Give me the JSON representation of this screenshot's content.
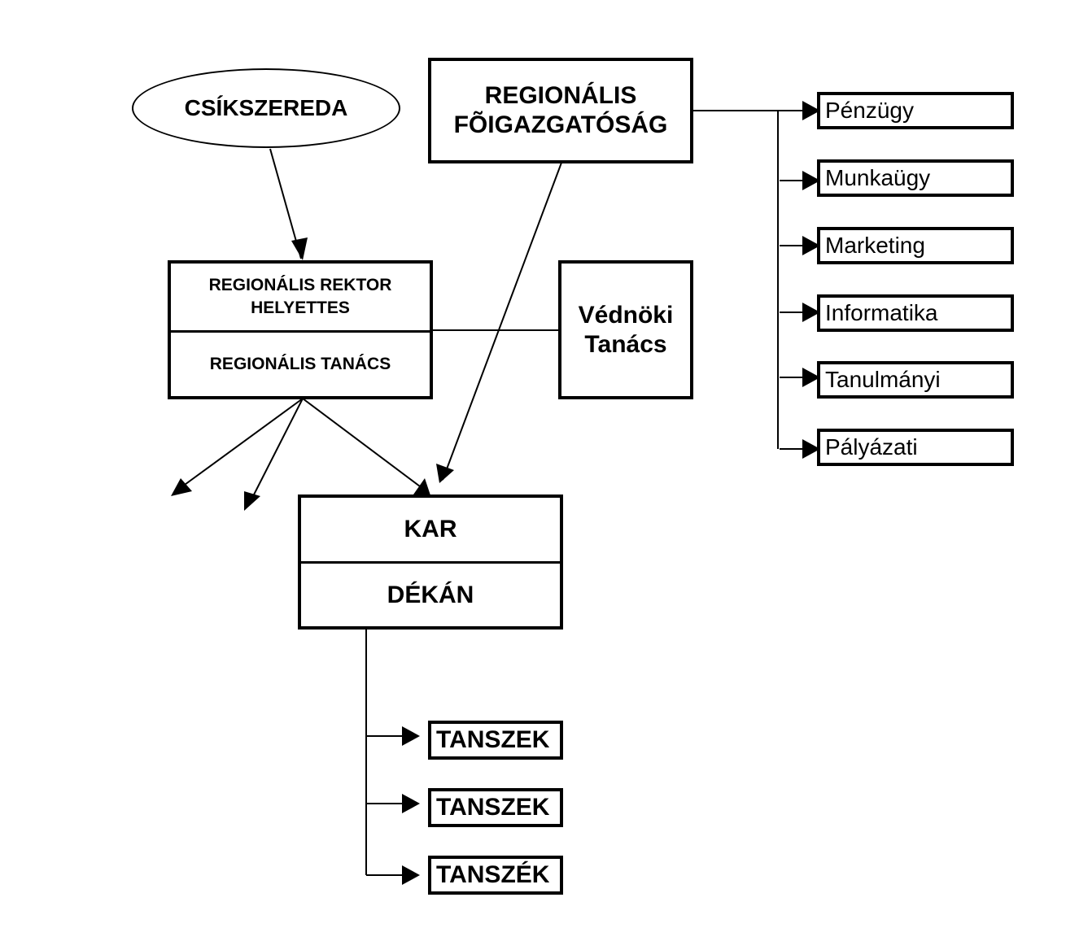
{
  "nodes": {
    "csikszereda": "CSÍKSZEREDA",
    "foigazgatosag_line1": "REGIONÁLIS",
    "foigazgatosag_line2": "FÕIGAZGATÓSÁG",
    "rektor_line1": "REGIONÁLIS REKTOR",
    "rektor_line2": "HELYETTES",
    "regionalis_tanacs": "REGIONÁLIS TANÁCS",
    "vednoki_line1": "Védnöki",
    "vednoki_line2": "Tanács",
    "kar": "KAR",
    "dekan": "DÉKÁN"
  },
  "departments": [
    "Pénzügy",
    "Munkaügy",
    "Marketing",
    "Informatika",
    "Tanulmányi",
    "Pályázati"
  ],
  "tanszekek": [
    "TANSZEK",
    "TANSZEK",
    "TANSZÉK"
  ]
}
